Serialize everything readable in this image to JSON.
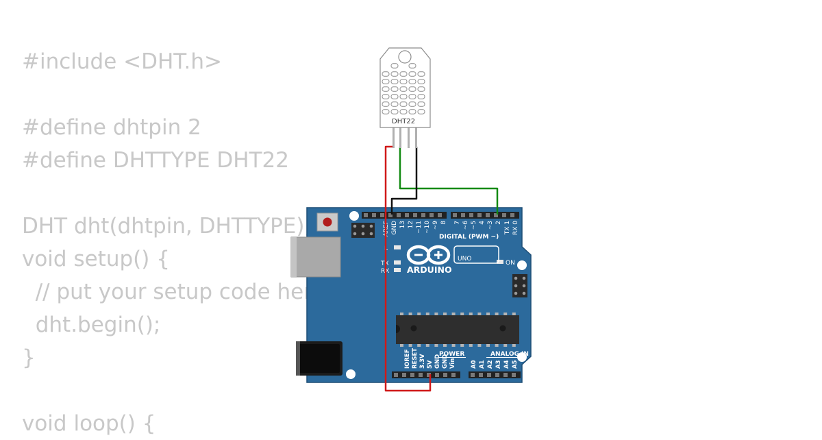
{
  "code": {
    "lines": [
      "#include <DHT.h>",
      "",
      "#define dhtpin 2",
      "#define DHTTYPE DHT22",
      "",
      "DHT dht(dhtpin, DHTTYPE);",
      "void setup() {",
      "  // put your setup code here",
      "  dht.begin();",
      "}",
      "",
      "void loop() {"
    ]
  },
  "sensor": {
    "label": "DHT22"
  },
  "board": {
    "brand": "ARDUINO",
    "model": "UNO",
    "digital_label": "DIGITAL (PWM ~)",
    "on_label": "ON",
    "tx_label": "TX",
    "rx_label": "RX",
    "l_label": "L",
    "power_label": "POWER",
    "analog_label": "ANALOG IN",
    "top_pins": [
      "AREF",
      "GND",
      "13",
      "12",
      "~11",
      "~10",
      "~9",
      "8",
      "7",
      "~6",
      "~5",
      "4",
      "~3",
      "2",
      "TX 1",
      "RX 0"
    ],
    "power_pins": [
      "IOREF",
      "RESET",
      "3.3V",
      "5V",
      "GND",
      "GND",
      "Vin"
    ],
    "analog_pins": [
      "A0",
      "A1",
      "A2",
      "A3",
      "A4",
      "A5"
    ]
  },
  "colors": {
    "board": "#2c6a9c",
    "wire_vcc": "#d01919",
    "wire_data": "#128a12",
    "wire_gnd": "#111111"
  }
}
